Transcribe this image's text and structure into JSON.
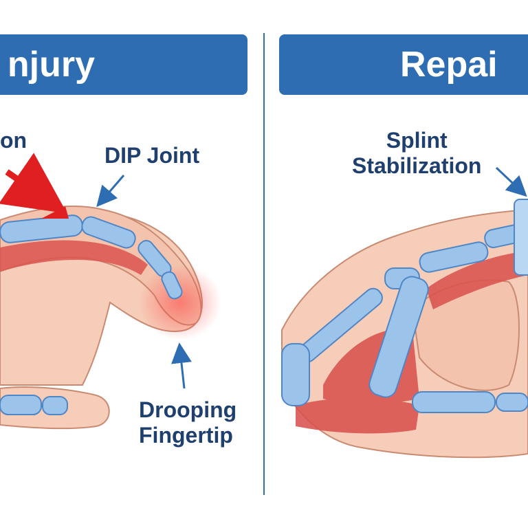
{
  "panels": {
    "left": {
      "title": "njury"
    },
    "right": {
      "title": "Repai"
    }
  },
  "labels": {
    "tendon_partial": "on",
    "dip_joint": "DIP Joint",
    "drooping_line1": "Drooping",
    "drooping_line2": "Fingertip",
    "splint_line1": "Splint",
    "splint_line2": "Stabilization"
  },
  "colors": {
    "header": "#2f6db3",
    "text": "#1f3f6e",
    "bone": "#9cc3ea",
    "muscle": "#d9534f",
    "skin": "#f6cdb8",
    "injury": "#e02020"
  }
}
